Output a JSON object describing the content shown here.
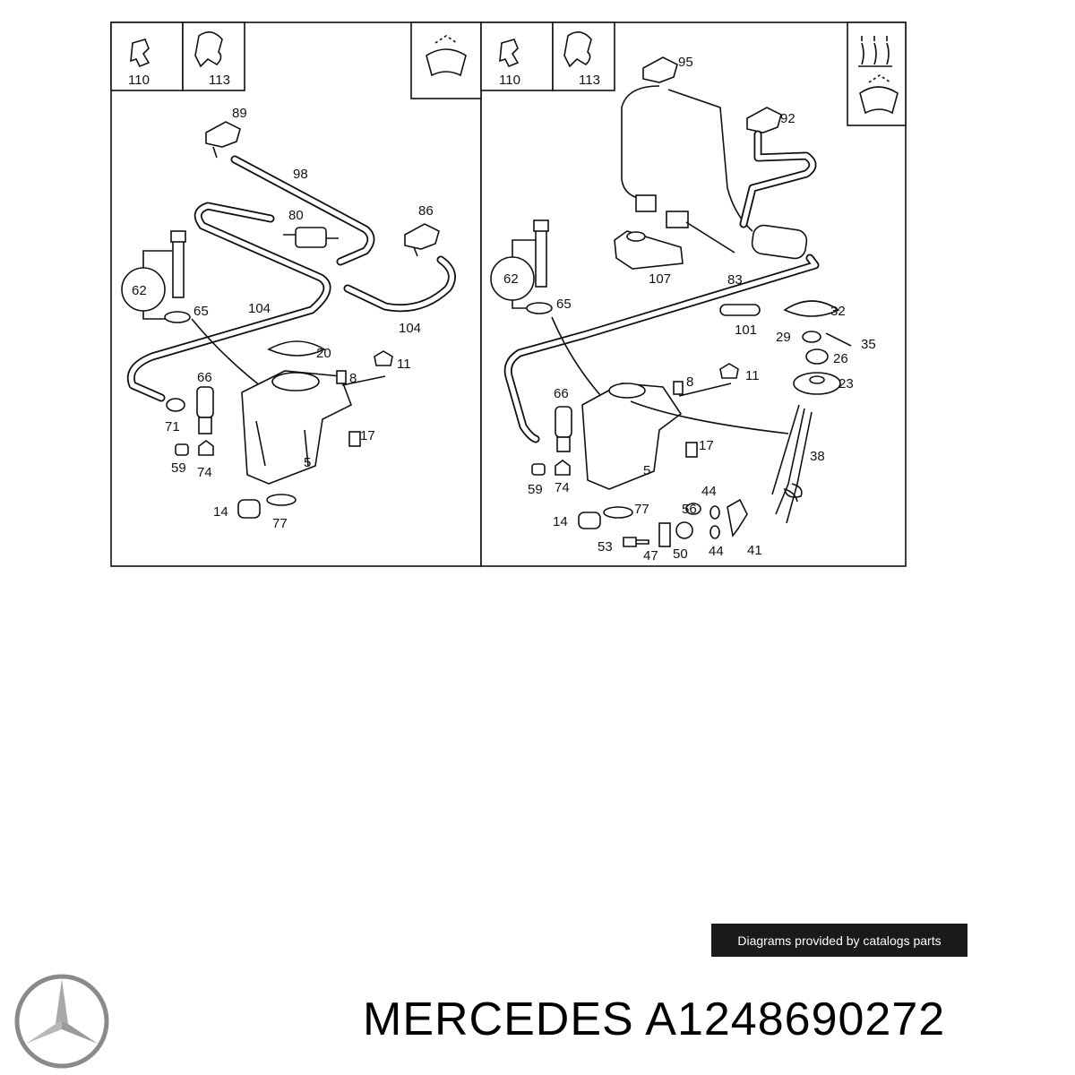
{
  "diagram": {
    "left_panel_labels": [
      "110",
      "113",
      "89",
      "98",
      "80",
      "86",
      "62",
      "65",
      "104",
      "104",
      "20",
      "8",
      "11",
      "66",
      "71",
      "59",
      "74",
      "5",
      "17",
      "14",
      "77"
    ],
    "right_panel_labels": [
      "110",
      "113",
      "95",
      "92",
      "107",
      "62",
      "65",
      "83",
      "32",
      "101",
      "29",
      "35",
      "26",
      "8",
      "11",
      "23",
      "66",
      "17",
      "38",
      "59",
      "74",
      "5",
      "44",
      "14",
      "77",
      "56",
      "53",
      "47",
      "50",
      "44",
      "41"
    ]
  },
  "credit": {
    "text": "Diagrams provided by catalogs parts"
  },
  "brand": {
    "title": "MERCEDES A1248690272"
  },
  "icons": {
    "logo": "mercedes-star-icon",
    "wiper": "windshield-wiper-icon",
    "headlamp_washer": "headlamp-heat-icon"
  }
}
